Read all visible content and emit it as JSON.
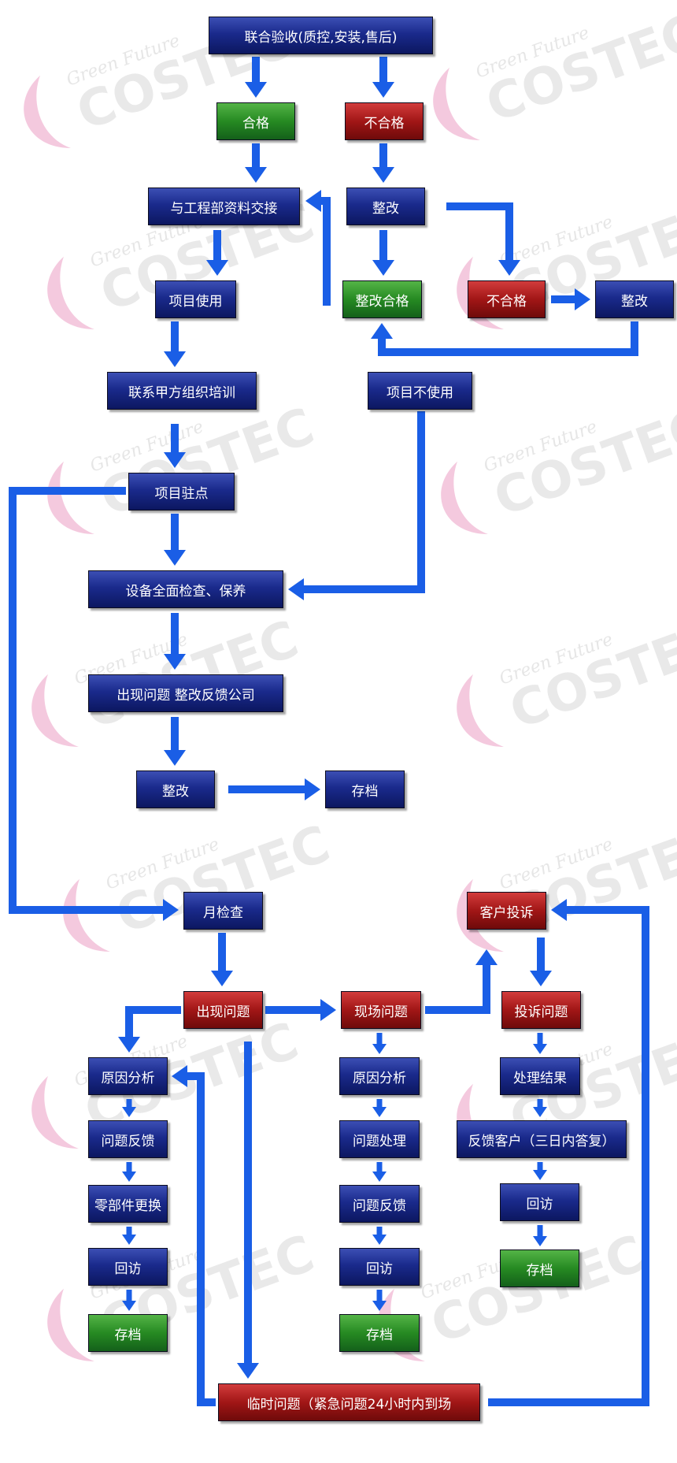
{
  "watermark": {
    "tagline": "Green Future",
    "brand": "COSTEC"
  },
  "colors": {
    "arrow": "#1a5ee6",
    "pass": "#268a22",
    "fail": "#a11616",
    "step": "#1a2a8c"
  },
  "nodes": {
    "joint_acceptance": "联合验收(质控,安装,售后)",
    "qualified": "合格",
    "unqualified_1": "不合格",
    "handover_engineering": "与工程部资料交接",
    "rectify_1": "整改",
    "project_in_use": "项目使用",
    "rectify_qualified": "整改合格",
    "unqualified_2": "不合格",
    "rectify_2": "整改",
    "contact_training": "联系甲方组织培训",
    "project_not_in_use": "项目不使用",
    "project_onsite": "项目驻点",
    "full_inspection": "设备全面检查、保养",
    "issue_feedback_company": "出现问题 整改反馈公司",
    "rectify_3": "整改",
    "archive_1": "存档",
    "monthly_inspection": "月检查",
    "customer_complaint": "客户投诉",
    "issue_found": "出现问题",
    "onsite_issue": "现场问题",
    "complaint_issue": "投诉问题",
    "cause_analysis_left": "原因分析",
    "cause_analysis_mid": "原因分析",
    "handling_result": "处理结果",
    "issue_feedback_left": "问题反馈",
    "issue_handling": "问题处理",
    "feedback_customer": "反馈客户（三日内答复）",
    "parts_replacement": "零部件更换",
    "issue_feedback_mid": "问题反馈",
    "revisit_right": "回访",
    "revisit_left": "回访",
    "revisit_mid": "回访",
    "archive_right": "存档",
    "archive_left": "存档",
    "archive_mid": "存档",
    "temporary_issue": "临时问题（紧急问题24小时内到场"
  }
}
